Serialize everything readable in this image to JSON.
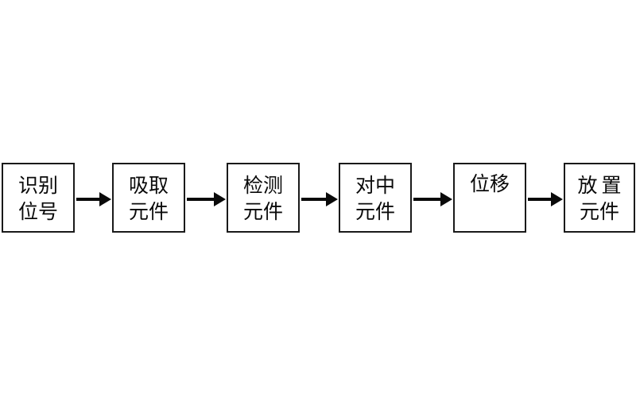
{
  "diagram": {
    "type": "process-flow",
    "orientation": "left-to-right",
    "background_color": "#ffffff",
    "stroke_color": "#1a1a1a",
    "text_color": "#0a0a0a",
    "step_count": 6,
    "connector_count": 5,
    "connector_symbol": "arrow-right",
    "steps": [
      {
        "id": "step-1",
        "lines": [
          "识别",
          "位号"
        ],
        "text": "识别位号",
        "align": "center"
      },
      {
        "id": "step-2",
        "lines": [
          "吸取",
          "元件"
        ],
        "text": "吸取元件",
        "align": "center"
      },
      {
        "id": "step-3",
        "lines": [
          "检测",
          "元件"
        ],
        "text": "检测元件",
        "align": "center"
      },
      {
        "id": "step-4",
        "lines": [
          "对中",
          "元件"
        ],
        "text": "对中元件",
        "align": "center"
      },
      {
        "id": "step-5",
        "lines": [
          "位移",
          ""
        ],
        "text": "位移",
        "align": "top"
      },
      {
        "id": "step-6",
        "lines": [
          "放置",
          "元件"
        ],
        "text": "放置元件",
        "align": "center"
      }
    ]
  }
}
